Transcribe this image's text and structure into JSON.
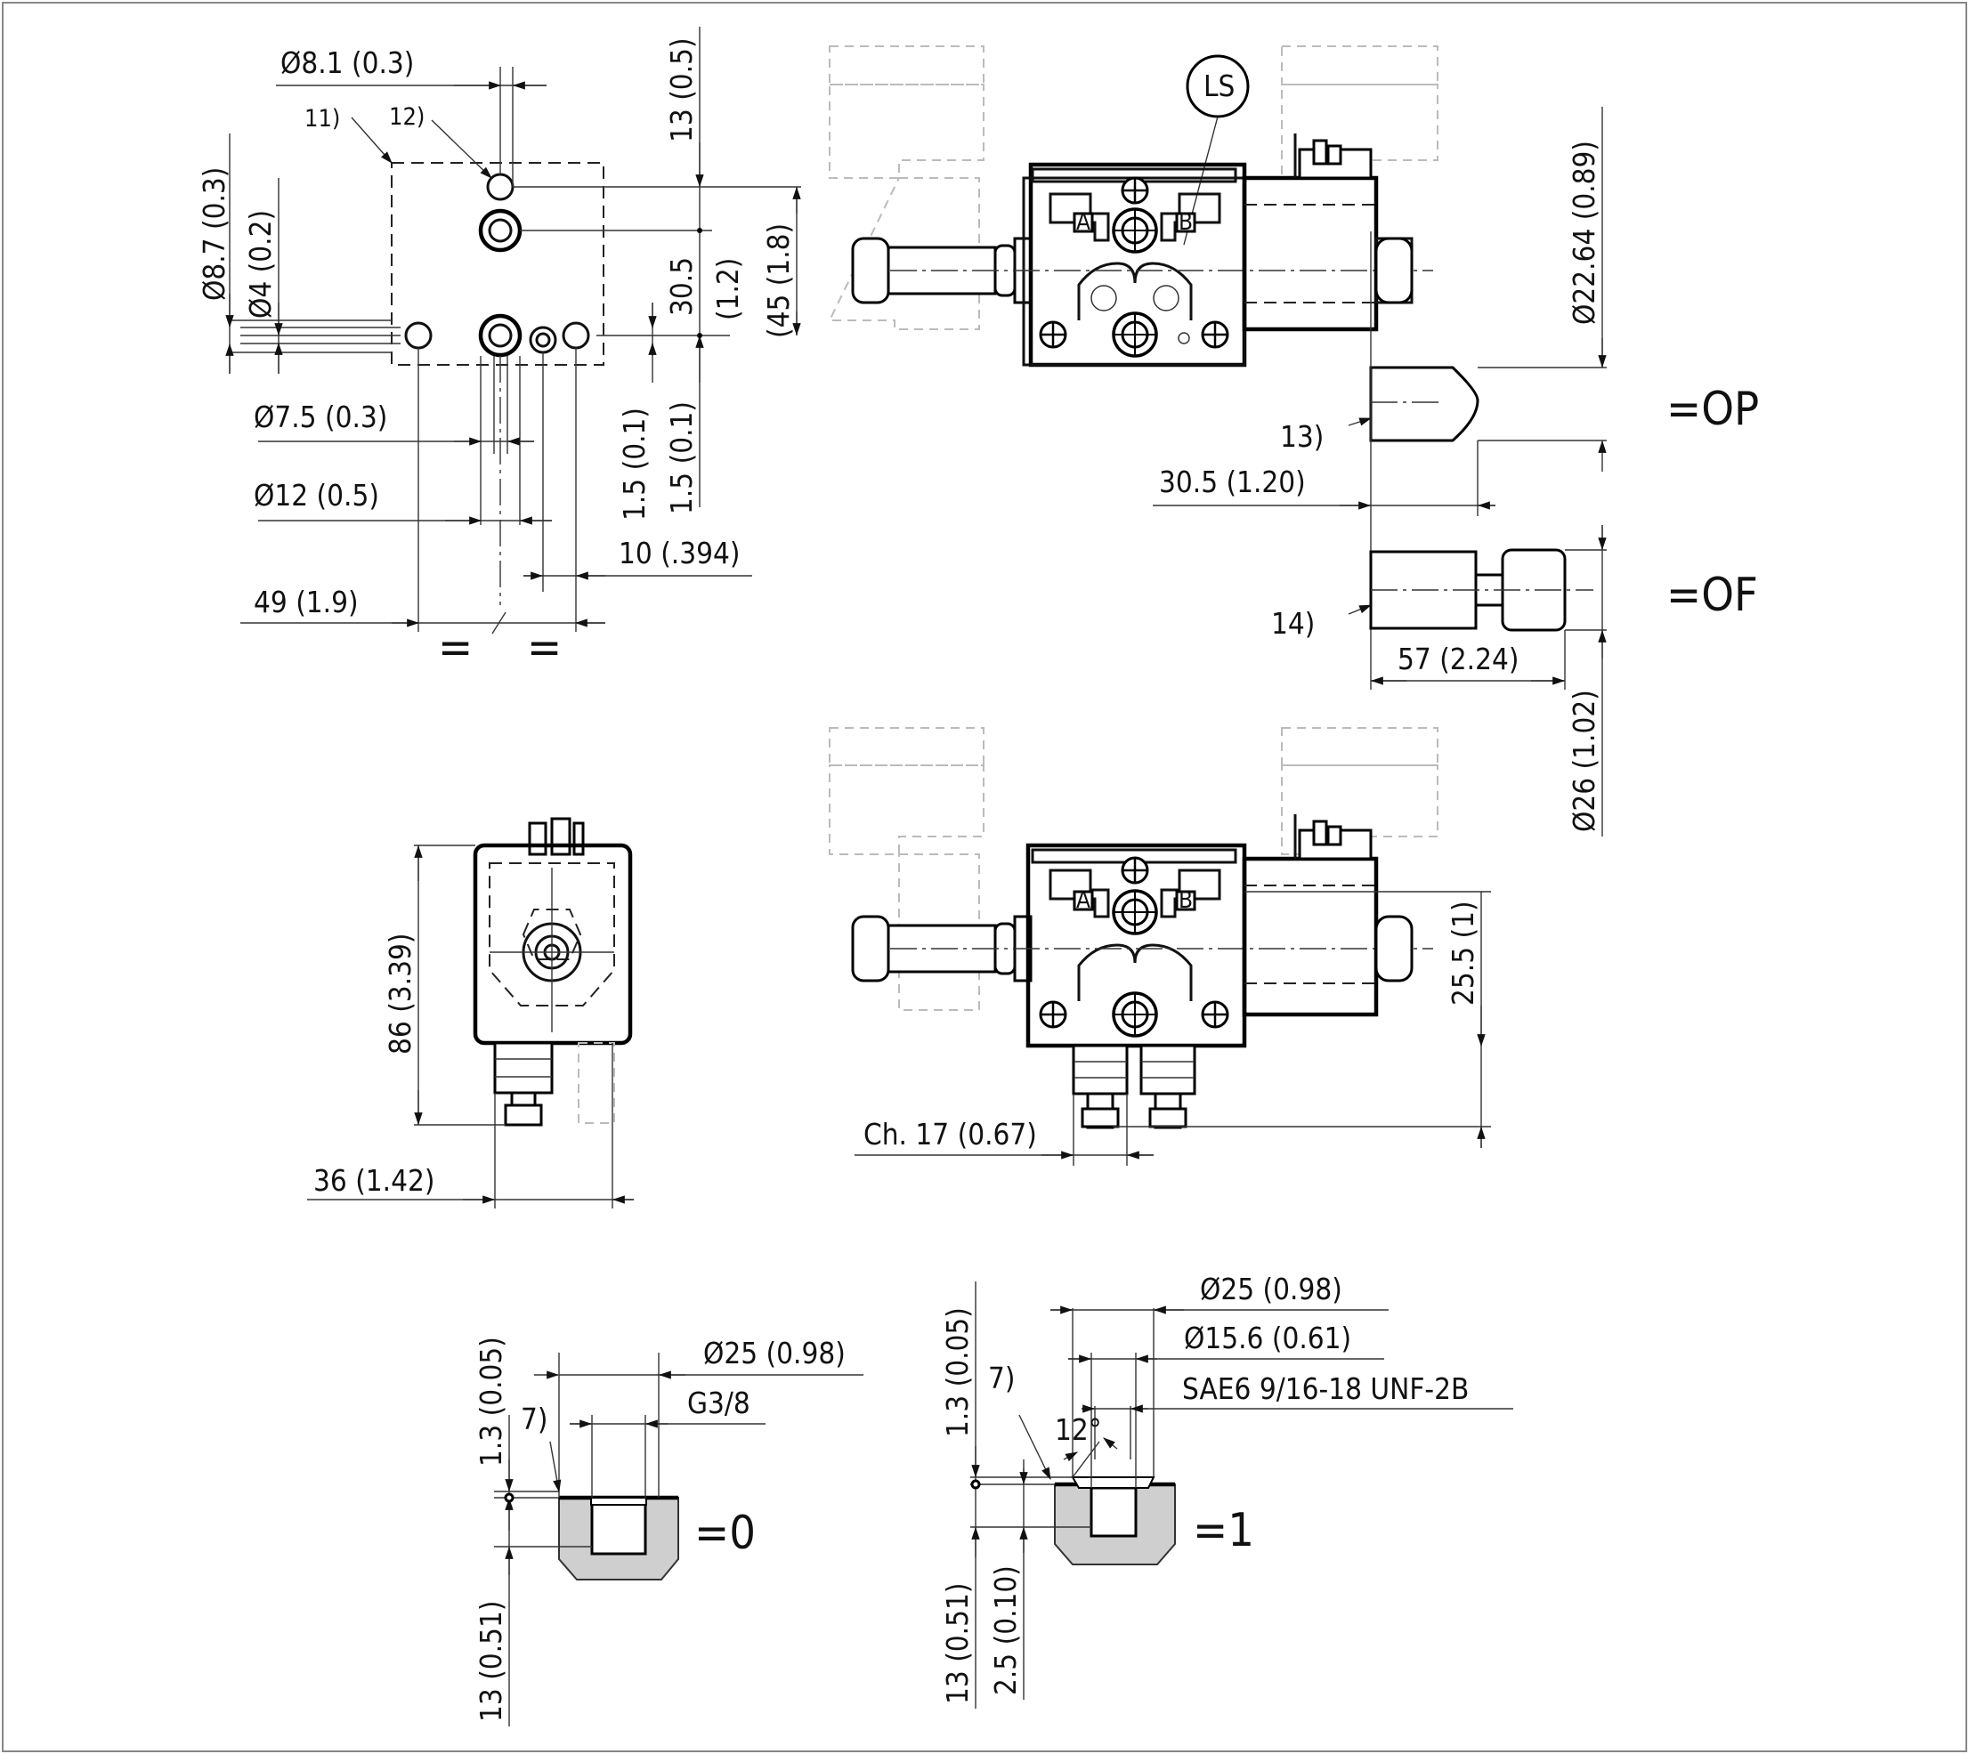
{
  "labels": {
    "d81": "Ø8.1 (0.3)",
    "n11": "11)",
    "n12": "12)",
    "d87": "Ø8.7 (0.3)",
    "d4": "Ø4 (0.2)",
    "d75": "Ø7.5 (0.3)",
    "d12": "Ø12 (0.5)",
    "l49": "49 (1.9)",
    "eq": "=",
    "l13top": "13 (0.5)",
    "l305v": "30.5",
    "l12v": "(1.2)",
    "l45": "(45 (1.8)",
    "l15a": "1.5 (0.1)",
    "l15b": "1.5 (0.1)",
    "l10": "10 (.394)",
    "ls": "LS",
    "port_a": "A",
    "port_b": "B",
    "d2264": "Ø22.64 (0.89)",
    "n13": "13)",
    "op": "=OP",
    "l305h": "30.5 (1.20)",
    "n14": "14)",
    "of": "=OF",
    "l57": "57 (2.24)",
    "d26": "Ø26 (1.02)",
    "l86": "86 (3.39)",
    "l36": "36 (1.42)",
    "l255": "25.5 (1)",
    "ch17": "Ch. 17 (0.67)",
    "l13a": "1.3 (0.05)",
    "n7a": "7)",
    "d25a": "Ø25 (0.98)",
    "g38": "G3/8",
    "eq0": "=0",
    "l13b": "13 (0.51)",
    "l13c": "1.3 (0.05)",
    "n7b": "7)",
    "d25b": "Ø25 (0.98)",
    "d156": "Ø15.6 (0.61)",
    "sae": "SAE6 9/16-18 UNF-2B",
    "deg12": "12°",
    "eq1": "=1",
    "l13d": "13 (0.51)",
    "l25": "2.5 (0.10)"
  }
}
